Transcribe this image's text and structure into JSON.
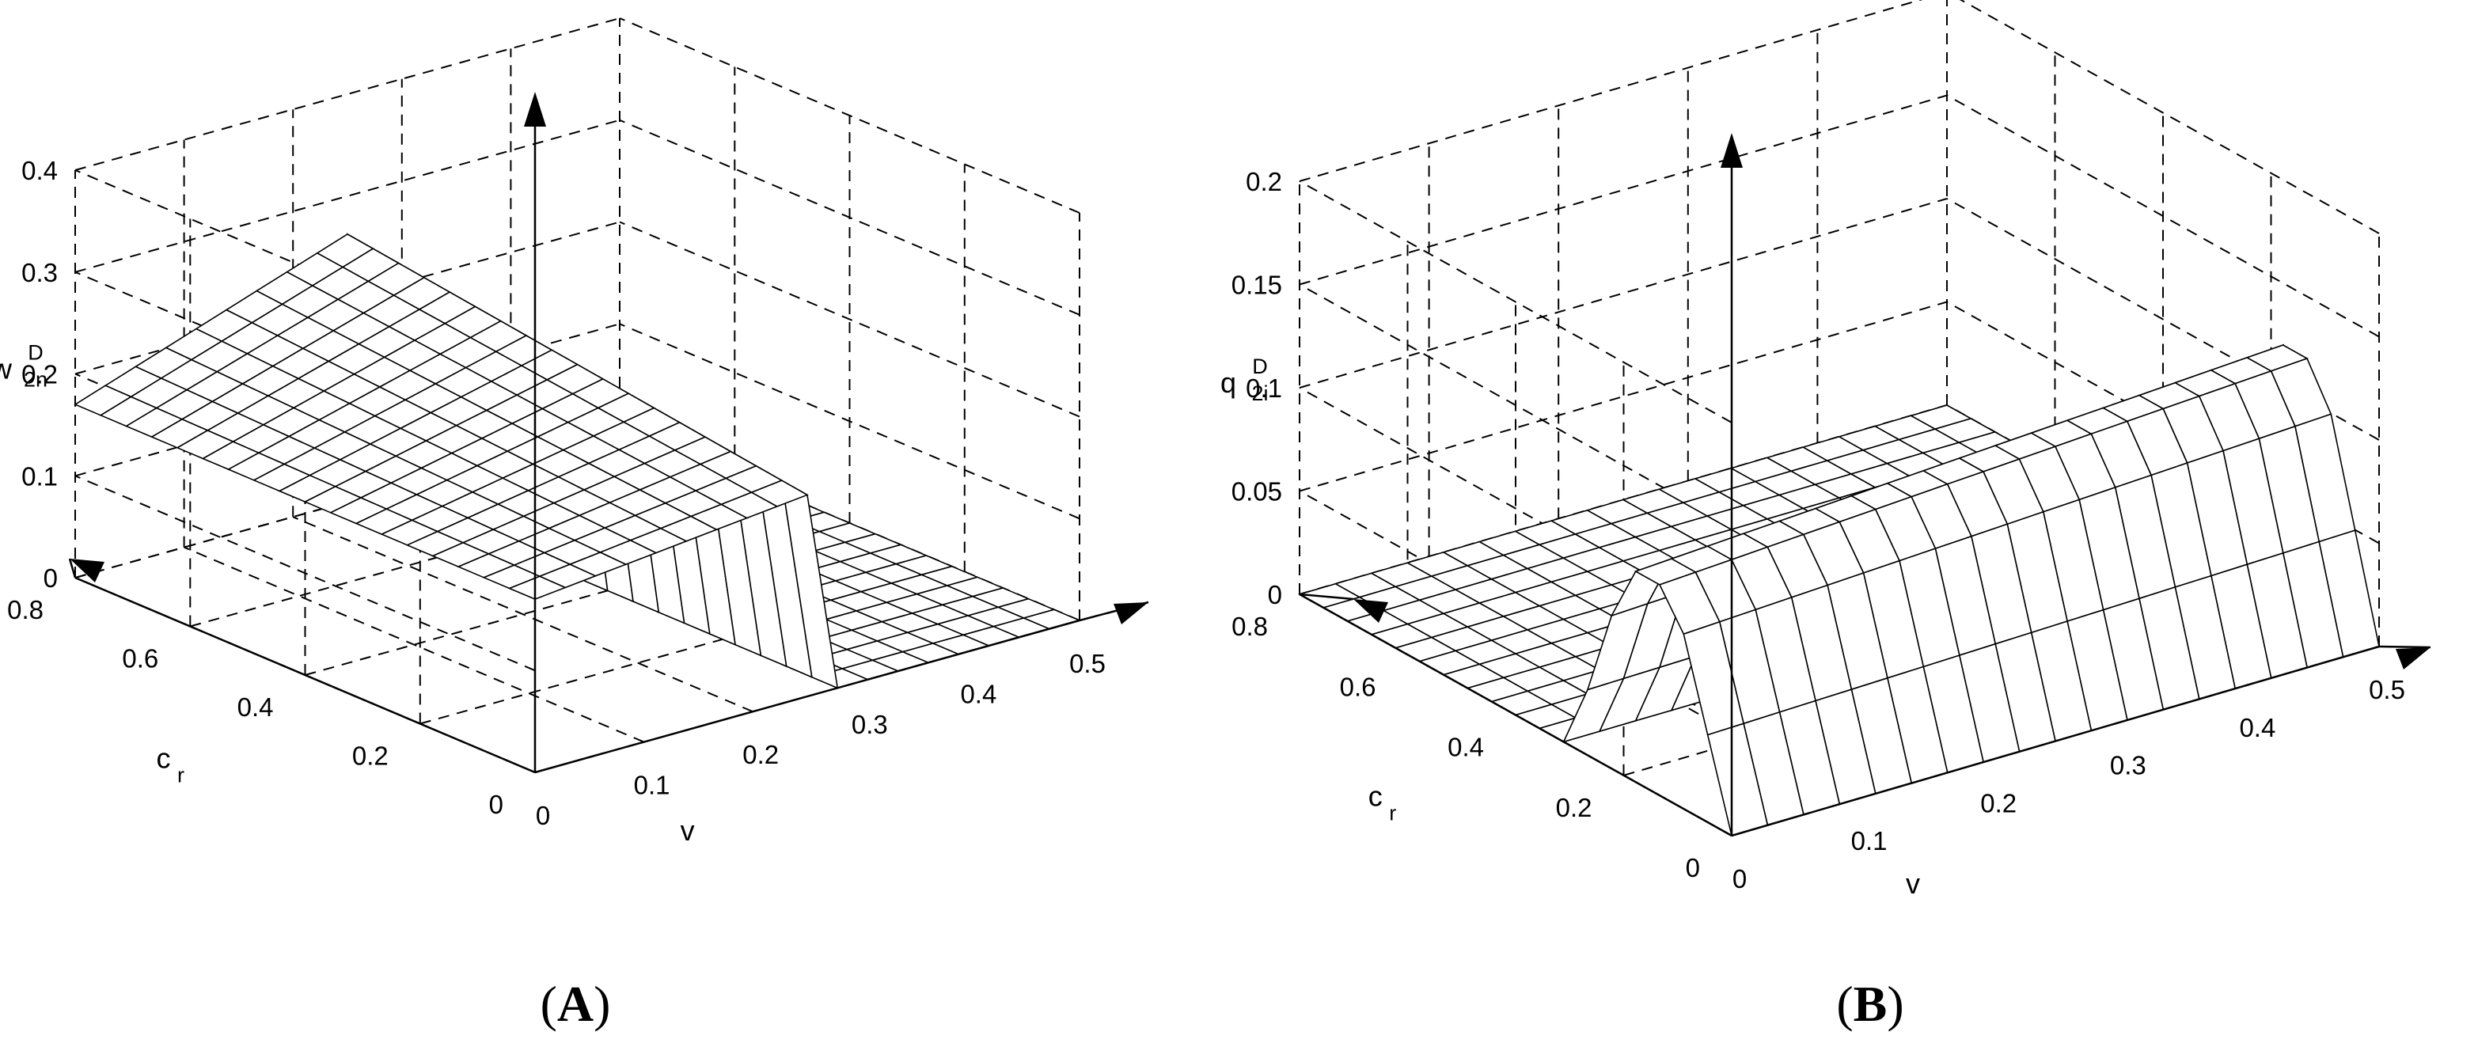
{
  "chart_data": [
    {
      "type": "surface",
      "panel_label_parts": [
        "(",
        "A",
        ")"
      ],
      "z_label": {
        "base": "w",
        "sub": "2n",
        "sup": "D"
      },
      "x_label": {
        "base": "c",
        "sub": "r"
      },
      "y_label": "v",
      "x_ticks": [
        "0",
        "0.2",
        "0.4",
        "0.6",
        "0.8"
      ],
      "y_ticks": [
        "0",
        "0.1",
        "0.2",
        "0.3",
        "0.4",
        "0.5"
      ],
      "z_ticks": [
        "0",
        "0.1",
        "0.2",
        "0.3",
        "0.4"
      ],
      "xlim": [
        0,
        0.8
      ],
      "ylim": [
        0,
        0.5
      ],
      "zlim": [
        0,
        0.4
      ],
      "grid": true,
      "surface_regions": [
        {
          "region": "high plateau (low v)",
          "v_range": [
            0,
            0.27
          ],
          "value_range": [
            0.17,
            0.27
          ]
        },
        {
          "region": "zero region (high v)",
          "v_range": [
            0.27,
            0.5
          ],
          "value": 0
        }
      ]
    },
    {
      "type": "surface",
      "panel_label_parts": [
        "(",
        "B",
        ")"
      ],
      "z_label": {
        "base": "q",
        "sub": "2i",
        "sup": "D"
      },
      "x_label": {
        "base": "c",
        "sub": "r"
      },
      "y_label": "v",
      "x_ticks": [
        "0",
        "0.2",
        "0.4",
        "0.6",
        "0.8"
      ],
      "y_ticks": [
        "0",
        "0.1",
        "0.2",
        "0.3",
        "0.4",
        "0.5"
      ],
      "z_ticks": [
        "0",
        "0.05",
        "0.1",
        "0.15",
        "0.2"
      ],
      "xlim": [
        0,
        0.8
      ],
      "ylim": [
        0,
        0.5
      ],
      "zlim": [
        0,
        0.2
      ],
      "grid": true,
      "surface_regions": [
        {
          "region": "zero region (high c_r)",
          "c_r_range": [
            0.3,
            0.8
          ],
          "value": 0
        },
        {
          "region": "ridge",
          "c_r_range": [
            0,
            0.3
          ],
          "peak_value": 0.12
        }
      ]
    }
  ]
}
